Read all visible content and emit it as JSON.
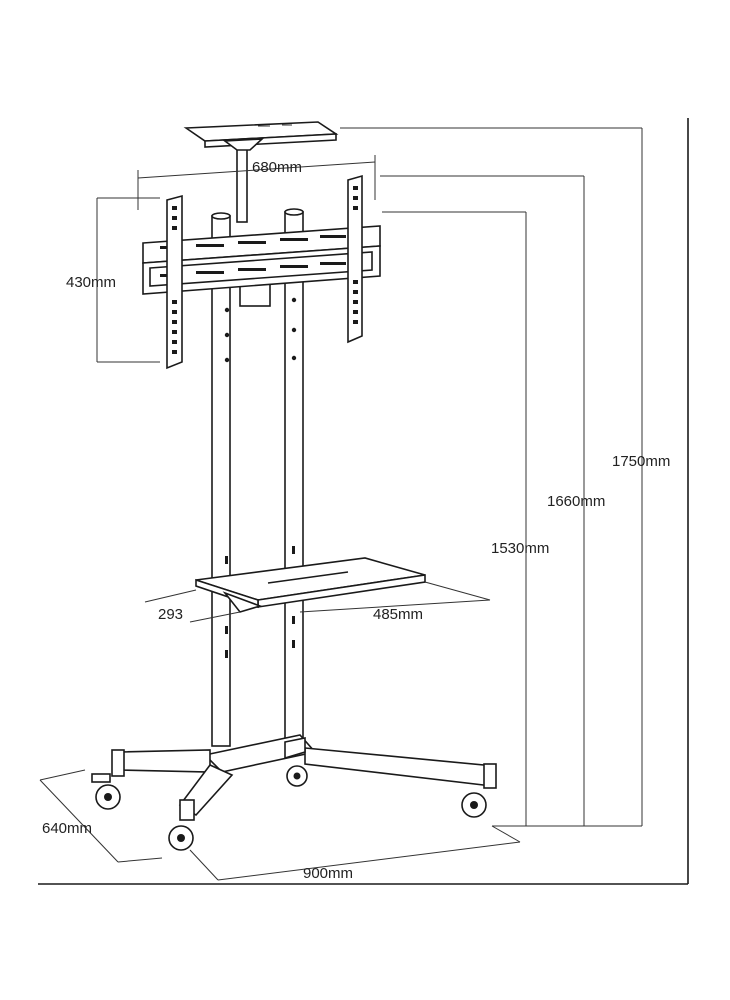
{
  "dimensions": {
    "top_width": "680mm",
    "vesa_height": "430mm",
    "total_height": "1750mm",
    "mount_top_height": "1660mm",
    "mount_center_height": "1530mm",
    "shelf_depth": "293",
    "shelf_width": "485mm",
    "base_depth": "640mm",
    "base_width": "900mm"
  }
}
